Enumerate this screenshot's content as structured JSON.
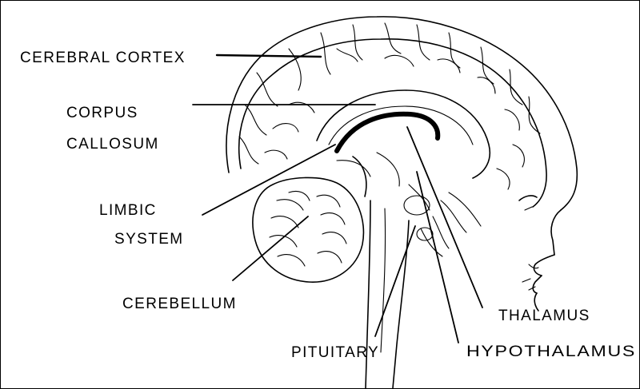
{
  "labels": {
    "cerebral_cortex": "CEREBRAL CORTEX",
    "corpus_line1": "CORPUS",
    "corpus_line2": "CALLOSUM",
    "limbic_line1": "LIMBIC",
    "limbic_line2": "SYSTEM",
    "cerebellum": "CEREBELLUM",
    "thalamus": "THALAMUS",
    "pituitary": "PITUITARY",
    "hypothalamus": "HYPOTHALAMUS"
  },
  "colors": {
    "ink": "#000000",
    "background": "#ffffff"
  }
}
